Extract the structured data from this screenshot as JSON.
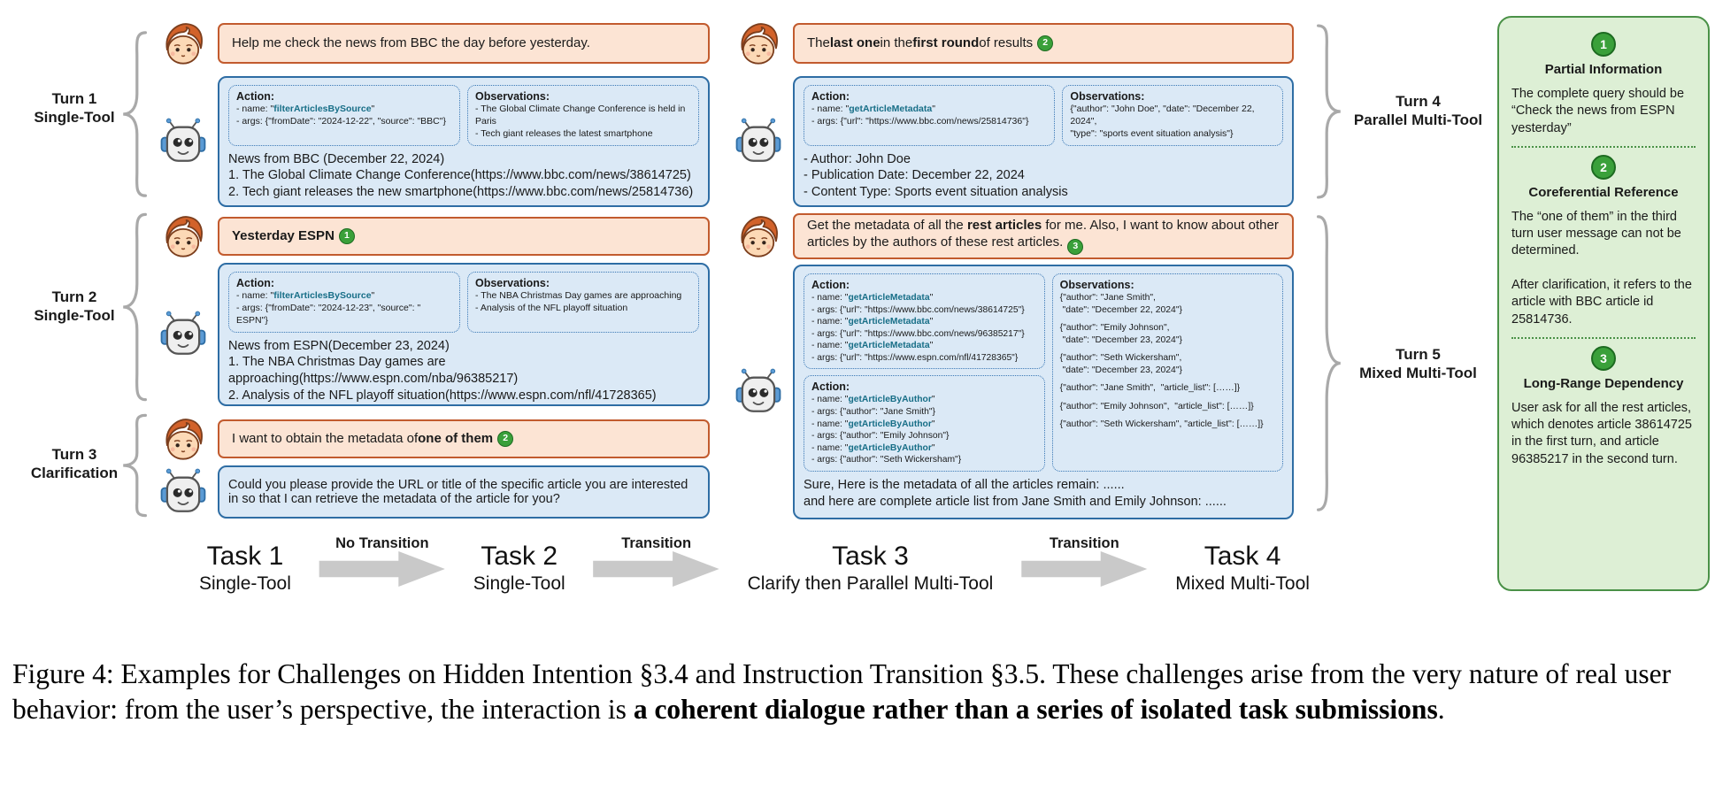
{
  "labels": {
    "action": "Action:",
    "observations": "Observations:"
  },
  "left_turns": [
    {
      "line1": "Turn 1",
      "line2": "Single-Tool"
    },
    {
      "line1": "Turn 2",
      "line2": "Single-Tool"
    },
    {
      "line1": "Turn 3",
      "line2": "Clarification"
    }
  ],
  "right_turns": [
    {
      "line1": "Turn 4",
      "line2": "Parallel Multi-Tool"
    },
    {
      "line1": "Turn 5",
      "line2": "Mixed Multi-Tool"
    }
  ],
  "turn1": {
    "user": "Help me check the news from BBC the day before yesterday.",
    "actions": [
      {
        "pre": "- name: \"",
        "tool": "filterArticlesBySource",
        "post": "\""
      },
      {
        "pre": "- args: {\"fromDate\": \"2024-12-22\", \"source\": \"BBC\"}"
      }
    ],
    "observations": [
      "- The Global Climate Change Conference is held in Paris",
      "- Tech giant releases the latest smartphone"
    ],
    "reply": "News from BBC (December 22, 2024)\n1. The Global Climate Change Conference(https://www.bbc.com/news/38614725)\n2. Tech giant releases the new smartphone(https://www.bbc.com/news/25814736)"
  },
  "turn2": {
    "user": "Yesterday ESPN",
    "badge": "1",
    "actions": [
      {
        "pre": "- name: \"",
        "tool": "filterArticlesBySource",
        "post": "\""
      },
      {
        "pre": "- args: {\"fromDate\": \"2024-12-23\", \"source\": \" ESPN\"}"
      }
    ],
    "observations": [
      "- The NBA Christmas Day games are approaching",
      "- Analysis of the NFL playoff situation"
    ],
    "reply": "News from ESPN(December 23, 2024)\n1. The NBA Christmas Day games are\napproaching(https://www.espn.com/nba/96385217)\n2. Analysis of the NFL playoff situation(https://www.espn.com/nfl/41728365)"
  },
  "turn3": {
    "user_pre": "I want to obtain the metadata of ",
    "user_bold": "one of them",
    "badge": "2",
    "reply": "Could you please provide the URL or title of the specific article you are interested in so that I can retrieve the metadata of the article for you?"
  },
  "turn4": {
    "user_seg1": "The ",
    "user_bold1": "last one",
    "user_seg2": " in the ",
    "user_bold2": "first round",
    "user_seg3": " of results ",
    "badge": "2",
    "actions": [
      {
        "pre": "- name: \"",
        "tool": "getArticleMetadata",
        "post": "\""
      },
      {
        "pre": "- args: {\"url\": \"https://www.bbc.com/news/25814736\"}"
      }
    ],
    "observations": [
      "{\"author\": \"John Doe\", \"date\": \"December 22, 2024\",\n\"type\": \"sports event situation analysis\"}"
    ],
    "reply": "- Author: John Doe\n- Publication Date: December 22, 2024\n- Content Type: Sports event situation analysis"
  },
  "turn5": {
    "user_pre": "Get the metadata of all the ",
    "user_bold": "rest articles",
    "user_post": " for me. Also, I want to know about other articles by the authors of these rest articles.",
    "badge": "3",
    "actions1": [
      {
        "pre": "- name: \"",
        "tool": "getArticleMetadata",
        "post": "\""
      },
      {
        "pre": "- args: {\"url\": \"https://www.bbc.com/news/38614725\"}"
      },
      {
        "pre": "- name: \"",
        "tool": "getArticleMetadata",
        "post": "\""
      },
      {
        "pre": "- args: {\"url\": \"https://www.bbc.com/news/96385217\"}"
      },
      {
        "pre": "- name: \"",
        "tool": "getArticleMetadata",
        "post": "\""
      },
      {
        "pre": "- args: {\"url\": \"https://www.espn.com/nfl/41728365\"}"
      }
    ],
    "actions2": [
      {
        "pre": "- name: \"",
        "tool": "getArticleByAuthor",
        "post": "\""
      },
      {
        "pre": "- args: {\"author\": \"Jane Smith\"}"
      },
      {
        "pre": "- name: \"",
        "tool": "getArticleByAuthor",
        "post": "\""
      },
      {
        "pre": "- args: {\"author\": \"Emily Johnson\"}"
      },
      {
        "pre": "- name: \"",
        "tool": "getArticleByAuthor",
        "post": "\""
      },
      {
        "pre": "- args: {\"author\": \"Seth Wickersham\"}"
      }
    ],
    "observations": [
      "{\"author\": \"Jane Smith\",\n \"date\": \"December 22, 2024\"}",
      "{\"author\": \"Emily Johnson\",\n \"date\": \"December 23, 2024\"}",
      "{\"author\": \"Seth Wickersham\",\n \"date\": \"December 23, 2024\"}",
      "{\"author\": \"Jane Smith\",  \"article_list\": [……]}",
      "{\"author\": \"Emily Johnson\",  \"article_list\": [……]}",
      "{\"author\": \"Seth Wickersham\", \"article_list\": [……]}"
    ],
    "reply": "Sure, Here is the metadata of all the articles remain: ......\nand here are complete article list from Jane Smith and Emily Johnson: ......"
  },
  "panel": {
    "items": [
      {
        "num": "1",
        "title": "Partial Information",
        "body": "The complete query should be “Check the news from ESPN yesterday”"
      },
      {
        "num": "2",
        "title": "Coreferential Reference",
        "body": "The “one of them” in the third turn user message can not be determined.\n\nAfter clarification, it refers to the article with BBC article id 25814736."
      },
      {
        "num": "3",
        "title": "Long-Range Dependency",
        "body": "User ask for all the rest articles, which denotes article 38614725 in the first turn, and article 96385217 in the second turn."
      }
    ]
  },
  "tasks": [
    {
      "title": "Task 1",
      "subtitle": "Single-Tool"
    },
    {
      "title": "Task 2",
      "subtitle": "Single-Tool"
    },
    {
      "title": "Task 3",
      "subtitle": "Clarify then Parallel Multi-Tool"
    },
    {
      "title": "Task 4",
      "subtitle": "Mixed Multi-Tool"
    }
  ],
  "arrows": [
    {
      "label": "No Transition"
    },
    {
      "label": "Transition"
    },
    {
      "label": "Transition"
    }
  ],
  "caption": {
    "pre": "Figure 4: Examples for Challenges on Hidden Intention §3.4 and Instruction Transition §3.5. These challenges arise from the very nature of real user behavior: from the user’s perspective, the interaction is ",
    "bold": "a coherent dialogue rather than a series of isolated task submissions",
    "post": "."
  }
}
